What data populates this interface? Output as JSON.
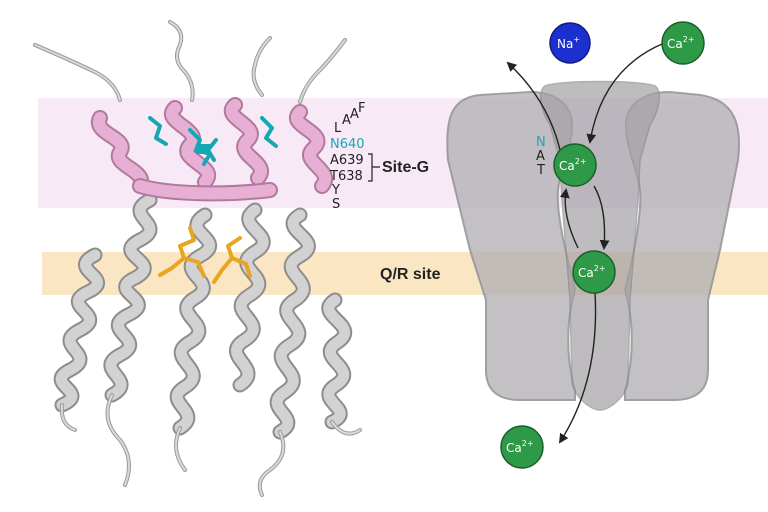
{
  "labels": {
    "site_g": "Site-G",
    "qr_site": "Q/R site"
  },
  "sequence": {
    "top_l": "L",
    "top_a1": "A",
    "top_a2": "A",
    "top_f": "F",
    "n640": "N640",
    "a639": "A639",
    "t638": "T638",
    "y": "Y",
    "s": "S"
  },
  "filter_letters": {
    "n": "N",
    "a": "A",
    "t": "T"
  },
  "ions": {
    "na_symbol": "Na",
    "na_charge": "+",
    "ca_symbol": "Ca",
    "ca_charge": "2+"
  },
  "colors": {
    "pink_band": "#f6e6f4",
    "orange_band": "#fbe3bd",
    "helix_pink": "#e7afd3",
    "helix_gray": "#d2d2d2",
    "residue_teal": "#15a8b3",
    "residue_orange": "#e9a51e",
    "calcium_green": "#2e9a48",
    "sodium_blue": "#1c2fcf",
    "channel_gray": "#b6b4b8"
  }
}
